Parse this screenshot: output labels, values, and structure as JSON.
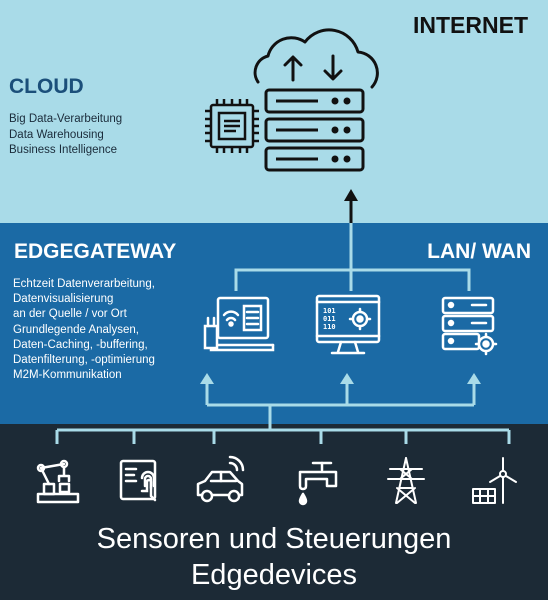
{
  "colors": {
    "cloud_bg": "#a9dbe8",
    "edge_bg": "#1b6aa5",
    "device_bg": "#1c2a36",
    "connector": "#a9dbe8",
    "cloud_connector": "#111111"
  },
  "internet": {
    "title": "INTERNET"
  },
  "cloud": {
    "title": "CLOUD",
    "items": [
      "Big Data-Verarbeitung",
      "Data Warehousing",
      "Business Intelligence"
    ],
    "icons": [
      "cloud-upload-download-icon",
      "cpu-chip-icon",
      "server-rack-icon"
    ]
  },
  "edgegateway": {
    "title": "EDGEGATEWAY",
    "network_label": "LAN/ WAN",
    "items": [
      "Echtzeit Datenverarbeitung,",
      "Datenvisualisierung",
      "an der Quelle / vor Ort",
      "Grundlegende Analysen,",
      "Daten-Caching, -buffering,",
      "Datenfilterung, -optimierung",
      "M2M-Kommunikation"
    ],
    "gateway_icons": [
      "router-laptop-icon",
      "monitor-binary-gear-icon",
      "server-gear-icon"
    ]
  },
  "devices": {
    "title_line1": "Sensoren und Steuerungen",
    "title_line2": "Edgedevices",
    "icons": [
      "robot-arm-icon",
      "fingerprint-tablet-icon",
      "connected-car-icon",
      "water-tap-icon",
      "power-pylon-icon",
      "wind-turbine-solar-icon"
    ]
  }
}
